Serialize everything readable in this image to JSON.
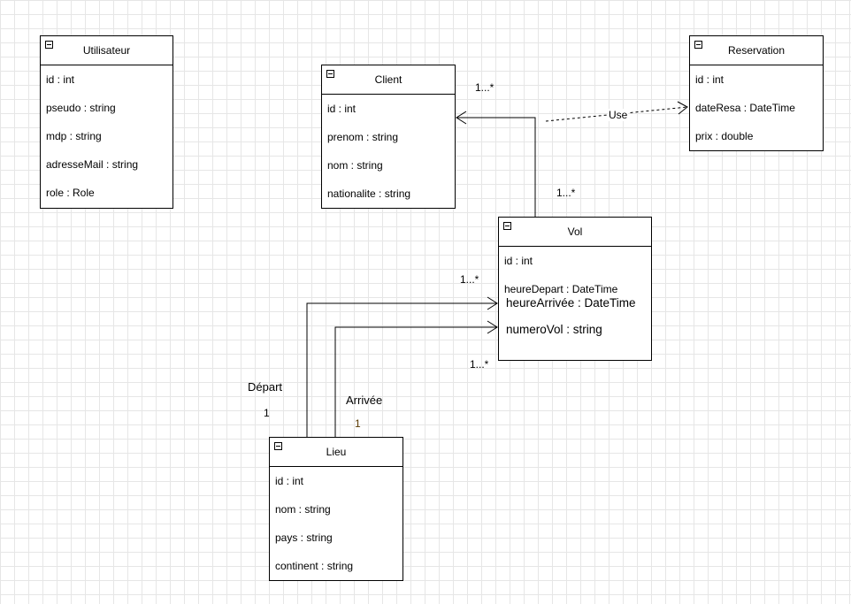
{
  "classes": {
    "utilisateur": {
      "name": "Utilisateur",
      "attributes": [
        "id : int",
        "pseudo : string",
        "mdp : string",
        "adresseMail : string",
        "role : Role"
      ]
    },
    "client": {
      "name": "Client",
      "attributes": [
        "id : int",
        "prenom : string",
        "nom : string",
        "nationalite : string"
      ]
    },
    "reservation": {
      "name": "Reservation",
      "attributes": [
        "id : int",
        "dateResa : DateTime",
        "prix : double"
      ]
    },
    "vol": {
      "name": "Vol",
      "attributes": [
        "id : int",
        "heureDepart : DateTime",
        "heureArrivée : DateTime",
        "numeroVol : string"
      ]
    },
    "lieu": {
      "name": "Lieu",
      "attributes": [
        "id : int",
        "nom : string",
        "pays : string",
        "continent : string"
      ]
    }
  },
  "relations": {
    "use_label": "Use",
    "client_vol_mult_client": "1...*",
    "client_vol_mult_vol": "1...*",
    "depart_role": "Départ",
    "depart_mult_lieu": "1",
    "depart_mult_vol": "1...*",
    "arrivee_role": "Arrivée",
    "arrivee_mult_lieu": "1",
    "arrivee_mult_vol": "1...*"
  }
}
